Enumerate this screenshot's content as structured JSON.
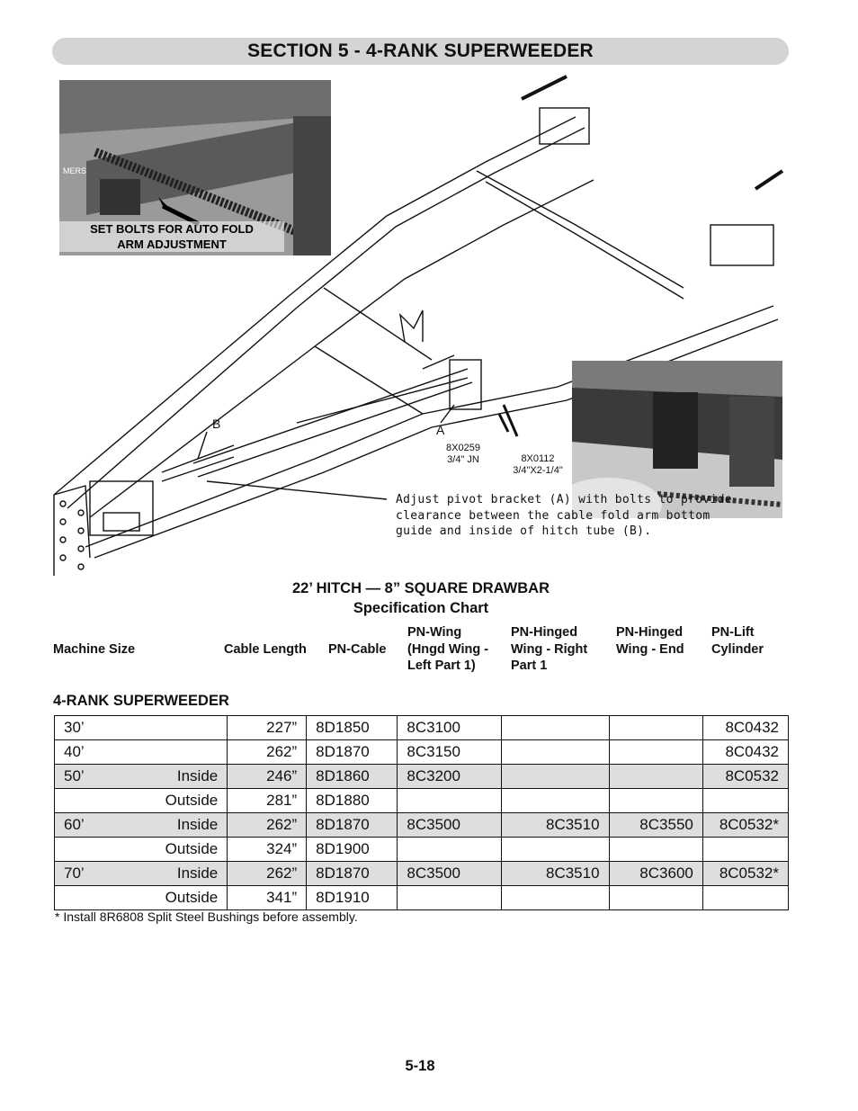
{
  "section": {
    "title": "SECTION 5 - 4-RANK SUPERWEEDER"
  },
  "figure": {
    "photo_caption_line1": "SET BOLTS FOR AUTO FOLD",
    "photo_caption_line2": "ARM ADJUSTMENT",
    "photo_sign_text": "MERS",
    "label_b": "B",
    "label_a": "A",
    "part1_number": "8X0259",
    "part1_desc": "3/4\" JN",
    "part2_number": "8X0112",
    "part2_desc": "3/4\"X2-1/4\"",
    "note_lines": [
      "Adjust pivot bracket (A) with bolts to provide",
      "clearance between the cable fold arm bottom",
      "guide and inside of hitch tube (B)."
    ]
  },
  "chart": {
    "title": "22’ HITCH — 8” SQUARE DRAWBAR",
    "subtitle": "Specification Chart"
  },
  "columns": {
    "machine_size": "Machine Size",
    "cable_length": "Cable Length",
    "pn_cable": "PN-Cable",
    "pn_wing": [
      "PN-Wing",
      "(Hngd Wing -",
      "Left Part 1)"
    ],
    "pn_hinged_right": [
      "PN-Hinged",
      "Wing - Right",
      "Part 1"
    ],
    "pn_hinged_end": [
      "PN-Hinged",
      "Wing - End"
    ],
    "pn_lift": [
      "PN-Lift",
      "Cylinder"
    ]
  },
  "group": {
    "title": "4-RANK SUPERWEEDER"
  },
  "rows": [
    {
      "size": "30’",
      "sub": "",
      "cable_length": "227”",
      "pn_cable": "8D1850",
      "pn_wing": "8C3100",
      "pn_hinged_right": "",
      "pn_hinged_end": "",
      "pn_lift": "8C0432"
    },
    {
      "size": "40’",
      "sub": "",
      "cable_length": "262”",
      "pn_cable": "8D1870",
      "pn_wing": "8C3150",
      "pn_hinged_right": "",
      "pn_hinged_end": "",
      "pn_lift": "8C0432"
    },
    {
      "size": "50’",
      "sub": "Inside",
      "cable_length": "246”",
      "pn_cable": "8D1860",
      "pn_wing": "8C3200",
      "pn_hinged_right": "",
      "pn_hinged_end": "",
      "pn_lift": "8C0532"
    },
    {
      "size": "",
      "sub": "Outside",
      "cable_length": "281”",
      "pn_cable": "8D1880",
      "pn_wing": "",
      "pn_hinged_right": "",
      "pn_hinged_end": "",
      "pn_lift": ""
    },
    {
      "size": "60’",
      "sub": "Inside",
      "cable_length": "262”",
      "pn_cable": "8D1870",
      "pn_wing": "8C3500",
      "pn_hinged_right": "8C3510",
      "pn_hinged_end": "8C3550",
      "pn_lift": "8C0532*"
    },
    {
      "size": "",
      "sub": "Outside",
      "cable_length": "324”",
      "pn_cable": "8D1900",
      "pn_wing": "",
      "pn_hinged_right": "",
      "pn_hinged_end": "",
      "pn_lift": ""
    },
    {
      "size": "70’",
      "sub": "Inside",
      "cable_length": "262”",
      "pn_cable": "8D1870",
      "pn_wing": "8C3500",
      "pn_hinged_right": "8C3510",
      "pn_hinged_end": "8C3600",
      "pn_lift": "8C0532*"
    },
    {
      "size": "",
      "sub": "Outside",
      "cable_length": "341”",
      "pn_cable": "8D1910",
      "pn_wing": "",
      "pn_hinged_right": "",
      "pn_hinged_end": "",
      "pn_lift": ""
    }
  ],
  "footnote": "* Install 8R6808 Split Steel Bushings before assembly.",
  "page_number": "5-18"
}
